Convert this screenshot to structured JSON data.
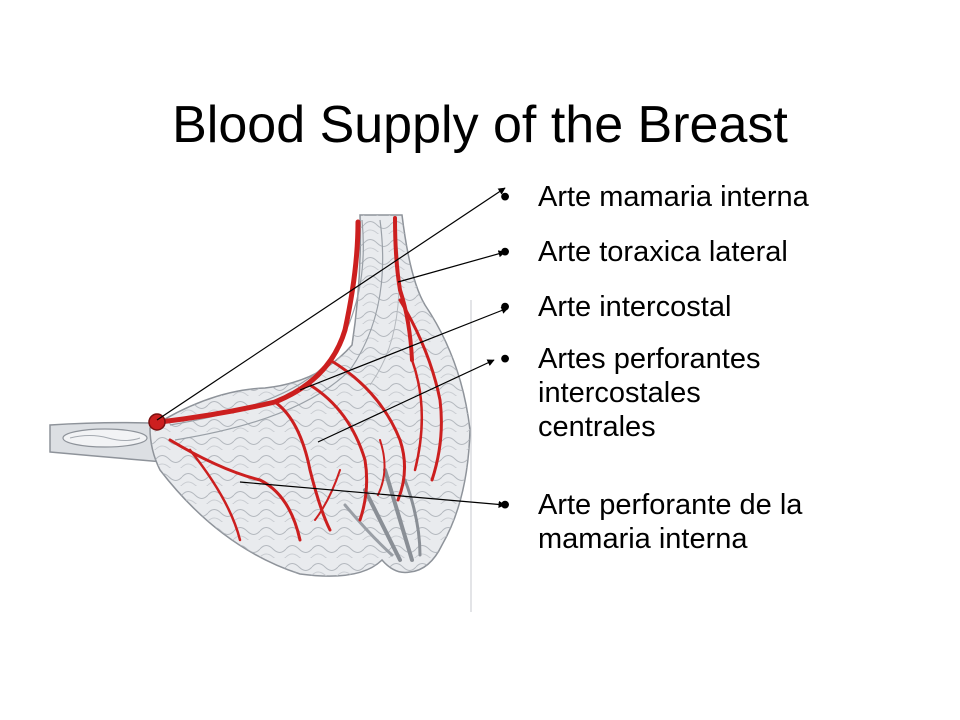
{
  "slide": {
    "title": "Blood Supply of the Breast",
    "bullet_glyph": "•",
    "bullets": [
      {
        "lines": [
          "Arte mamaria interna"
        ]
      },
      {
        "lines": [
          "Arte toraxica lateral"
        ]
      },
      {
        "lines": [
          "Arte intercostal"
        ]
      },
      {
        "lines": [
          "Artes perforantes",
          "intercostales",
          "centrales"
        ]
      },
      {
        "lines": [
          "Arte perforante de la",
          "mamaria interna"
        ]
      }
    ]
  },
  "colors": {
    "artery": "#cc1f1f",
    "tissue_fill": "#e9ebee",
    "tissue_stroke": "#8e939a",
    "leader_line": "#000000",
    "text": "#000000"
  }
}
